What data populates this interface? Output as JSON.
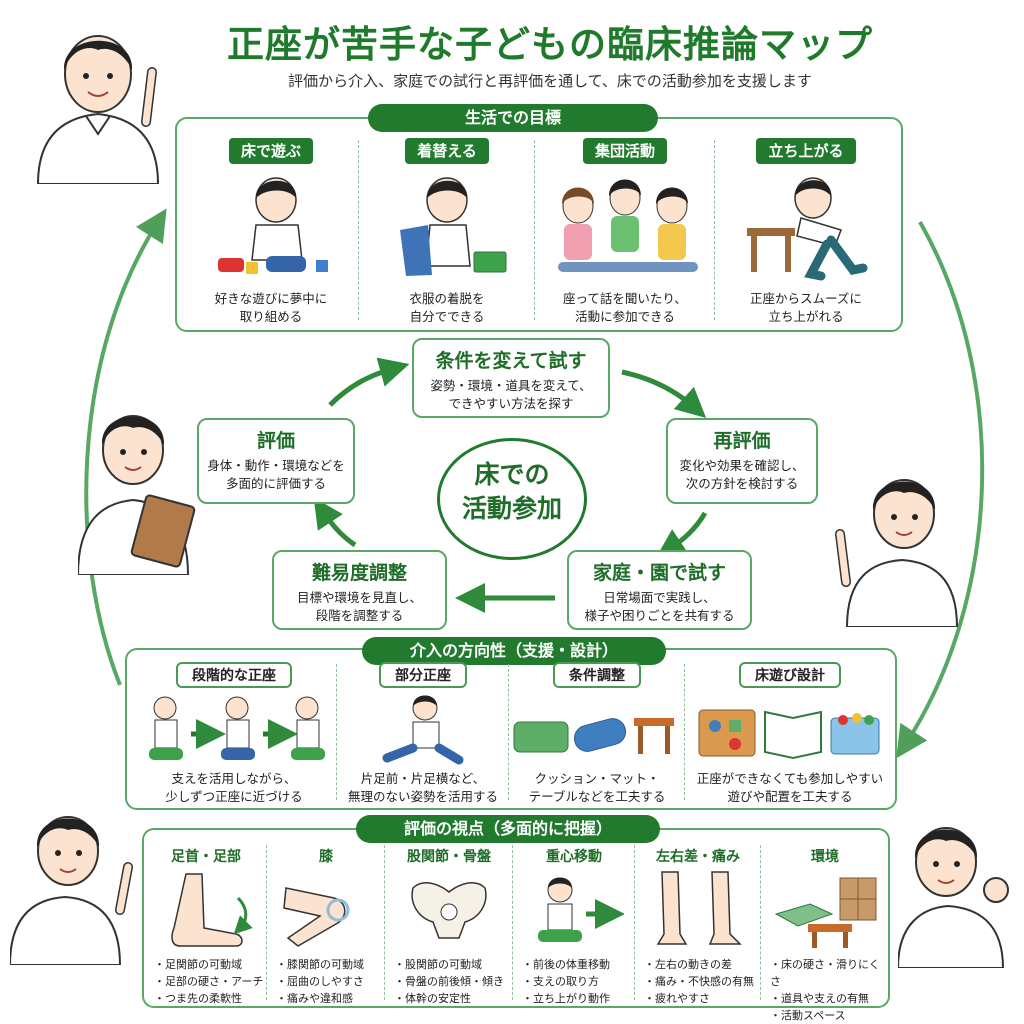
{
  "header": {
    "title": "正座が苦手な子どもの臨床推論マップ",
    "subtitle": "評価から介入、家庭での試行と再評価を通して、床での活動参加を支援します"
  },
  "goals": {
    "heading": "生活での目標",
    "items": [
      {
        "label": "床で遊ぶ",
        "lines": [
          "好きな遊びに夢中に",
          "取り組める"
        ]
      },
      {
        "label": "着替える",
        "lines": [
          "衣服の着脱を",
          "自分でできる"
        ]
      },
      {
        "label": "集団活動",
        "lines": [
          "座って話を聞いたり、",
          "活動に参加できる"
        ]
      },
      {
        "label": "立ち上がる",
        "lines": [
          "正座からスムーズに",
          "立ち上がれる"
        ]
      }
    ]
  },
  "cycle": {
    "center": [
      "床での",
      "活動参加"
    ],
    "steps": {
      "try": {
        "title": "条件を変えて試す",
        "lines": [
          "姿勢・環境・道具を変えて、",
          "できやすい方法を探す"
        ]
      },
      "reeval": {
        "title": "再評価",
        "lines": [
          "変化や効果を確認し、",
          "次の方針を検討する"
        ]
      },
      "home": {
        "title": "家庭・園で試す",
        "lines": [
          "日常場面で実践し、",
          "様子や困りごとを共有する"
        ]
      },
      "adjust": {
        "title": "難易度調整",
        "lines": [
          "目標や環境を見直し、",
          "段階を調整する"
        ]
      },
      "eval": {
        "title": "評価",
        "lines": [
          "身体・動作・環境などを",
          "多面的に評価する"
        ]
      }
    }
  },
  "intervention": {
    "heading": "介入の方向性（支援・設計）",
    "items": [
      {
        "label": "段階的な正座",
        "lines": [
          "支えを活用しながら、",
          "少しずつ正座に近づける"
        ]
      },
      {
        "label": "部分正座",
        "lines": [
          "片足前・片足横など、",
          "無理のない姿勢を活用する"
        ]
      },
      {
        "label": "条件調整",
        "lines": [
          "クッション・マット・",
          "テーブルなどを工夫する"
        ]
      },
      {
        "label": "床遊び設計",
        "lines": [
          "正座ができなくても参加しやすい",
          "遊びや配置を工夫する"
        ]
      }
    ]
  },
  "assessment": {
    "heading": "評価の視点（多面的に把握）",
    "items": [
      {
        "label": "足首・足部",
        "bullets": [
          "足関節の可動域",
          "足部の硬さ・アーチ",
          "つま先の柔軟性"
        ]
      },
      {
        "label": "膝",
        "bullets": [
          "膝関節の可動域",
          "屈曲のしやすさ",
          "痛みや違和感"
        ]
      },
      {
        "label": "股関節・骨盤",
        "bullets": [
          "股関節の可動域",
          "骨盤の前後傾・傾き",
          "体幹の安定性"
        ]
      },
      {
        "label": "重心移動",
        "bullets": [
          "前後の体重移動",
          "支えの取り方",
          "立ち上がり動作"
        ]
      },
      {
        "label": "左右差・痛み",
        "bullets": [
          "左右の動きの差",
          "痛み・不快感の有無",
          "疲れやすさ"
        ]
      },
      {
        "label": "環境",
        "bullets": [
          "床の硬さ・滑りにくさ",
          "道具や支えの有無",
          "活動スペース"
        ]
      }
    ]
  },
  "colors": {
    "primary": "#217a2d",
    "border": "#5aa866",
    "arrow": "#4f9f5b"
  }
}
